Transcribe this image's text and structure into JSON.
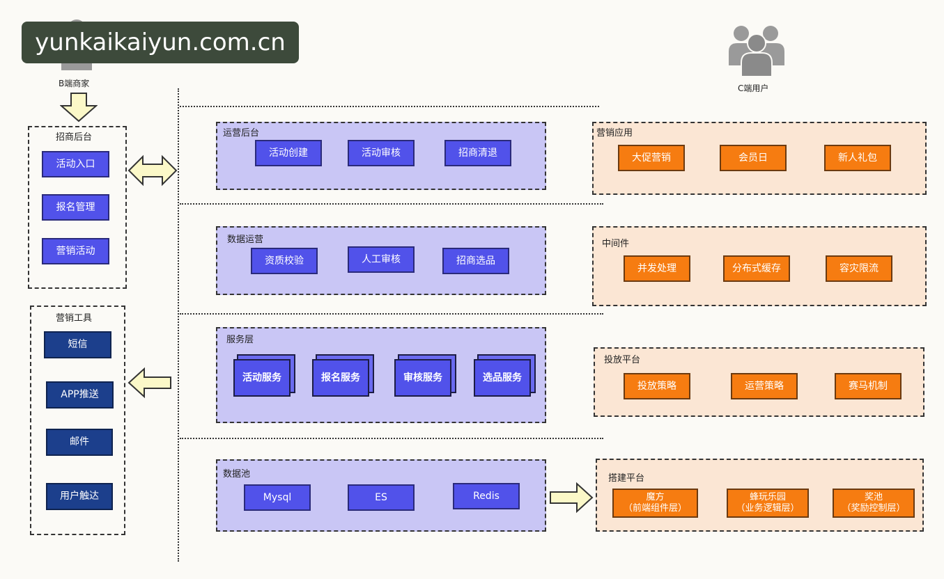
{
  "watermark": "yunkaikaiyun.com.cn",
  "b_user_label": "B端商家",
  "c_user_label": "C端用户",
  "left": {
    "merchant": {
      "title": "招商后台",
      "items": [
        "活动入口",
        "报名管理",
        "营销活动"
      ]
    },
    "tools": {
      "title": "营销工具",
      "items": [
        "短信",
        "APP推送",
        "邮件",
        "用户触达"
      ]
    }
  },
  "center": {
    "ops": {
      "title": "运营后台",
      "items": [
        "活动创建",
        "活动审核",
        "招商清退"
      ]
    },
    "data_ops": {
      "title": "数据运营",
      "items": [
        "资质校验",
        "人工审核",
        "招商选品"
      ]
    },
    "service": {
      "title": "服务层",
      "items": [
        "活动服务",
        "报名服务",
        "审核服务",
        "选品服务"
      ]
    },
    "pool": {
      "title": "数据池",
      "items": [
        "Mysql",
        "ES",
        "Redis"
      ]
    }
  },
  "right": {
    "marketing": {
      "title": "营销应用",
      "items": [
        "大促营销",
        "会员日",
        "新人礼包"
      ]
    },
    "middleware": {
      "title": "中间件",
      "items": [
        "并发处理",
        "分布式缓存",
        "容灾限流"
      ]
    },
    "delivery": {
      "title": "投放平台",
      "items": [
        "投放策略",
        "运营策略",
        "赛马机制"
      ]
    },
    "build": {
      "title": "搭建平台",
      "items": [
        {
          "line1": "魔方",
          "line2": "（前端组件层）"
        },
        {
          "line1": "蜂玩乐园",
          "line2": "（业务逻辑层）"
        },
        {
          "line1": "奖池",
          "line2": "（奖励控制层）"
        }
      ]
    }
  },
  "colors": {
    "lavender_panel": "#c9c6f5",
    "peach_panel": "#fbe6d4",
    "blue_button": "#5152ea",
    "navy_button": "#1c3f8c",
    "orange_button": "#f67c11",
    "arrow_fill": "#fbf8c8"
  },
  "icons": [
    "user-icon",
    "user-group-icon",
    "arrow-down-icon",
    "arrow-both-icon",
    "arrow-left-icon",
    "arrow-right-icon"
  ]
}
